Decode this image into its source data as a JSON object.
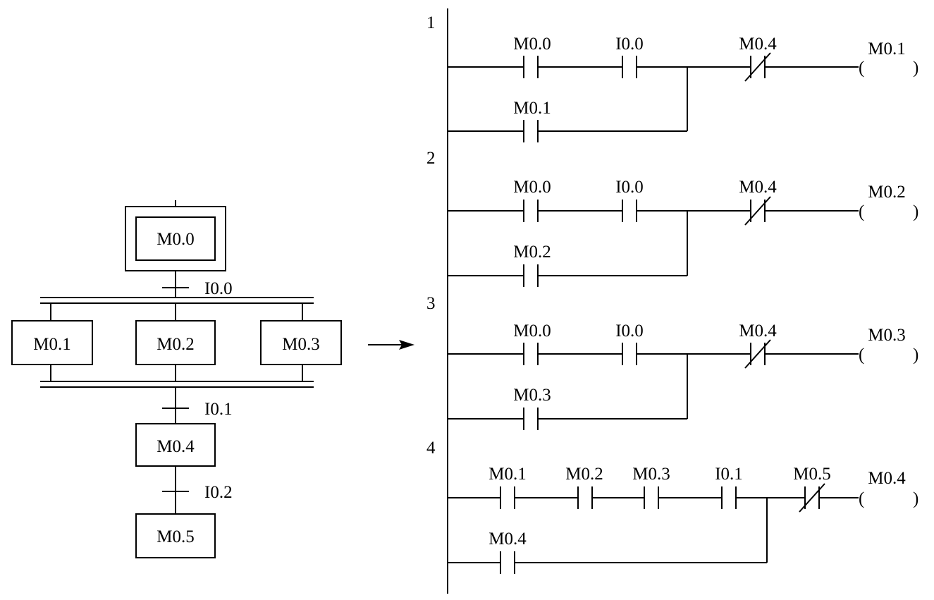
{
  "sfc": {
    "initial_step": "M0.0",
    "transition_1": "I0.0",
    "parallel_steps": [
      "M0.1",
      "M0.2",
      "M0.3"
    ],
    "transition_2": "I0.1",
    "step_4": "M0.4",
    "transition_3": "I0.2",
    "step_5": "M0.5"
  },
  "ladder": {
    "rungs": [
      {
        "number": "1",
        "contacts": [
          "M0.0",
          "I0.0"
        ],
        "interlock": "M0.4",
        "seal_in": "M0.1",
        "coil": "M0.1"
      },
      {
        "number": "2",
        "contacts": [
          "M0.0",
          "I0.0"
        ],
        "interlock": "M0.4",
        "seal_in": "M0.2",
        "coil": "M0.2"
      },
      {
        "number": "3",
        "contacts": [
          "M0.0",
          "I0.0"
        ],
        "interlock": "M0.4",
        "seal_in": "M0.3",
        "coil": "M0.3"
      },
      {
        "number": "4",
        "contacts": [
          "M0.1",
          "M0.2",
          "M0.3",
          "I0.1"
        ],
        "interlock": "M0.5",
        "seal_in": "M0.4",
        "coil": "M0.4"
      }
    ]
  },
  "coil_symbol": {
    "open": "(",
    "close": ")"
  }
}
